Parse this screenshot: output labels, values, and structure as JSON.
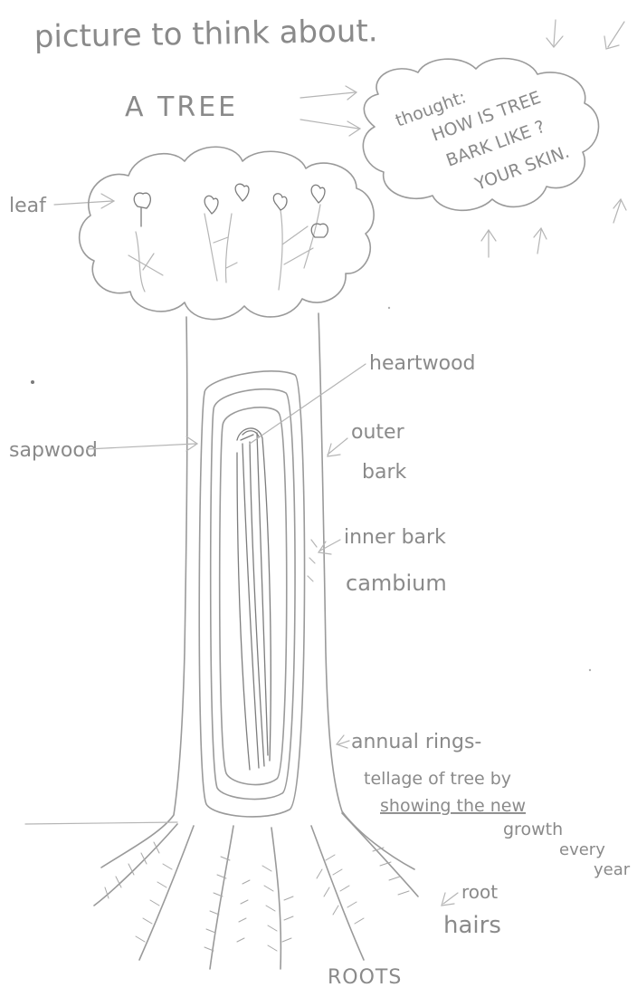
{
  "header": {
    "text": "picture to think about."
  },
  "title": {
    "text": "A TREE"
  },
  "thought_bubble": {
    "line1": "thought:",
    "line2": "HOW IS TREE",
    "line3": "BARK LIKE ?",
    "line4": "YOUR SKIN."
  },
  "labels": {
    "leaf": "leaf",
    "heartwood": "heartwood",
    "sapwood": "sapwood",
    "outer_bark_1": "outer",
    "outer_bark_2": "bark",
    "inner_bark": "inner bark",
    "cambium": "cambium",
    "annual_rings_1": "annual rings-",
    "annual_rings_2": "tellage of tree by",
    "annual_rings_3": "showing the new",
    "annual_rings_4": "growth",
    "annual_rings_5": "every",
    "annual_rings_6": "year",
    "root_hairs_1": "root",
    "root_hairs_2": "hairs",
    "roots": "ROOTS"
  },
  "colors": {
    "pencil": "#9a9a9a",
    "paper": "#ffffff"
  }
}
